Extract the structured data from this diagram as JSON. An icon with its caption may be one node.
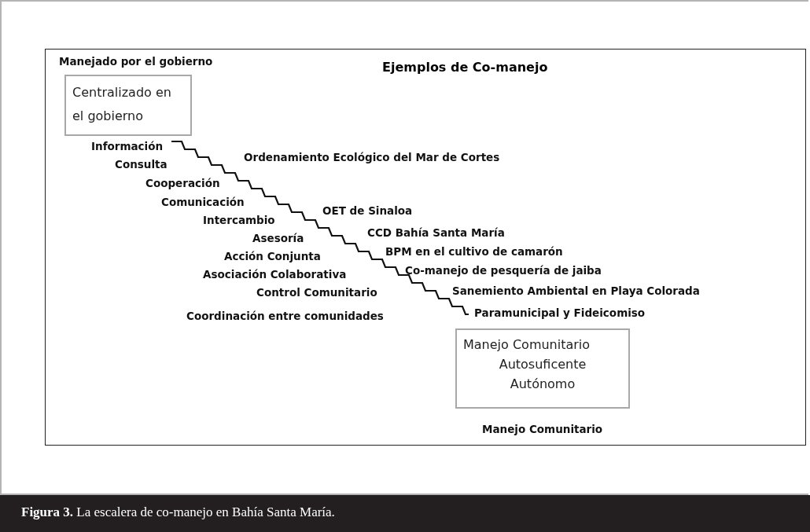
{
  "diagram": {
    "title": "Ejemplos de Co-manejo",
    "caption": "**Figura 3.** La escalera de co-manejo en Bahía Santa María.",
    "nodes": [
      {
        "text": [
          "Centralizado en el gobierno"
        ]
      },
      {
        "text": [
          "Manejo Comunitario",
          "Autosuficente",
          "Autónomo"
        ]
      }
    ],
    "labels": [
      "Manejado por el gobierno",
      "Información",
      "Ordenamiento Ecológico del Mar de Cortes",
      "Consulta",
      "Cooperación",
      "Comunicación",
      "OET de Sinaloa",
      "Intercambio",
      "CCD Bahía Santa María",
      "Asesoría",
      "BPM en el cultivo de camarón",
      "Acción Conjunta",
      "Co-manejo de pesquería de jaiba",
      "Asociación Colaborativa",
      "Sanemiento Ambiental en Playa Colorada",
      "Control Comunitario",
      "Paramunicipal y Fideicomiso",
      "Coordinación entre comunidades",
      "Manejo Comunitario"
    ]
  }
}
